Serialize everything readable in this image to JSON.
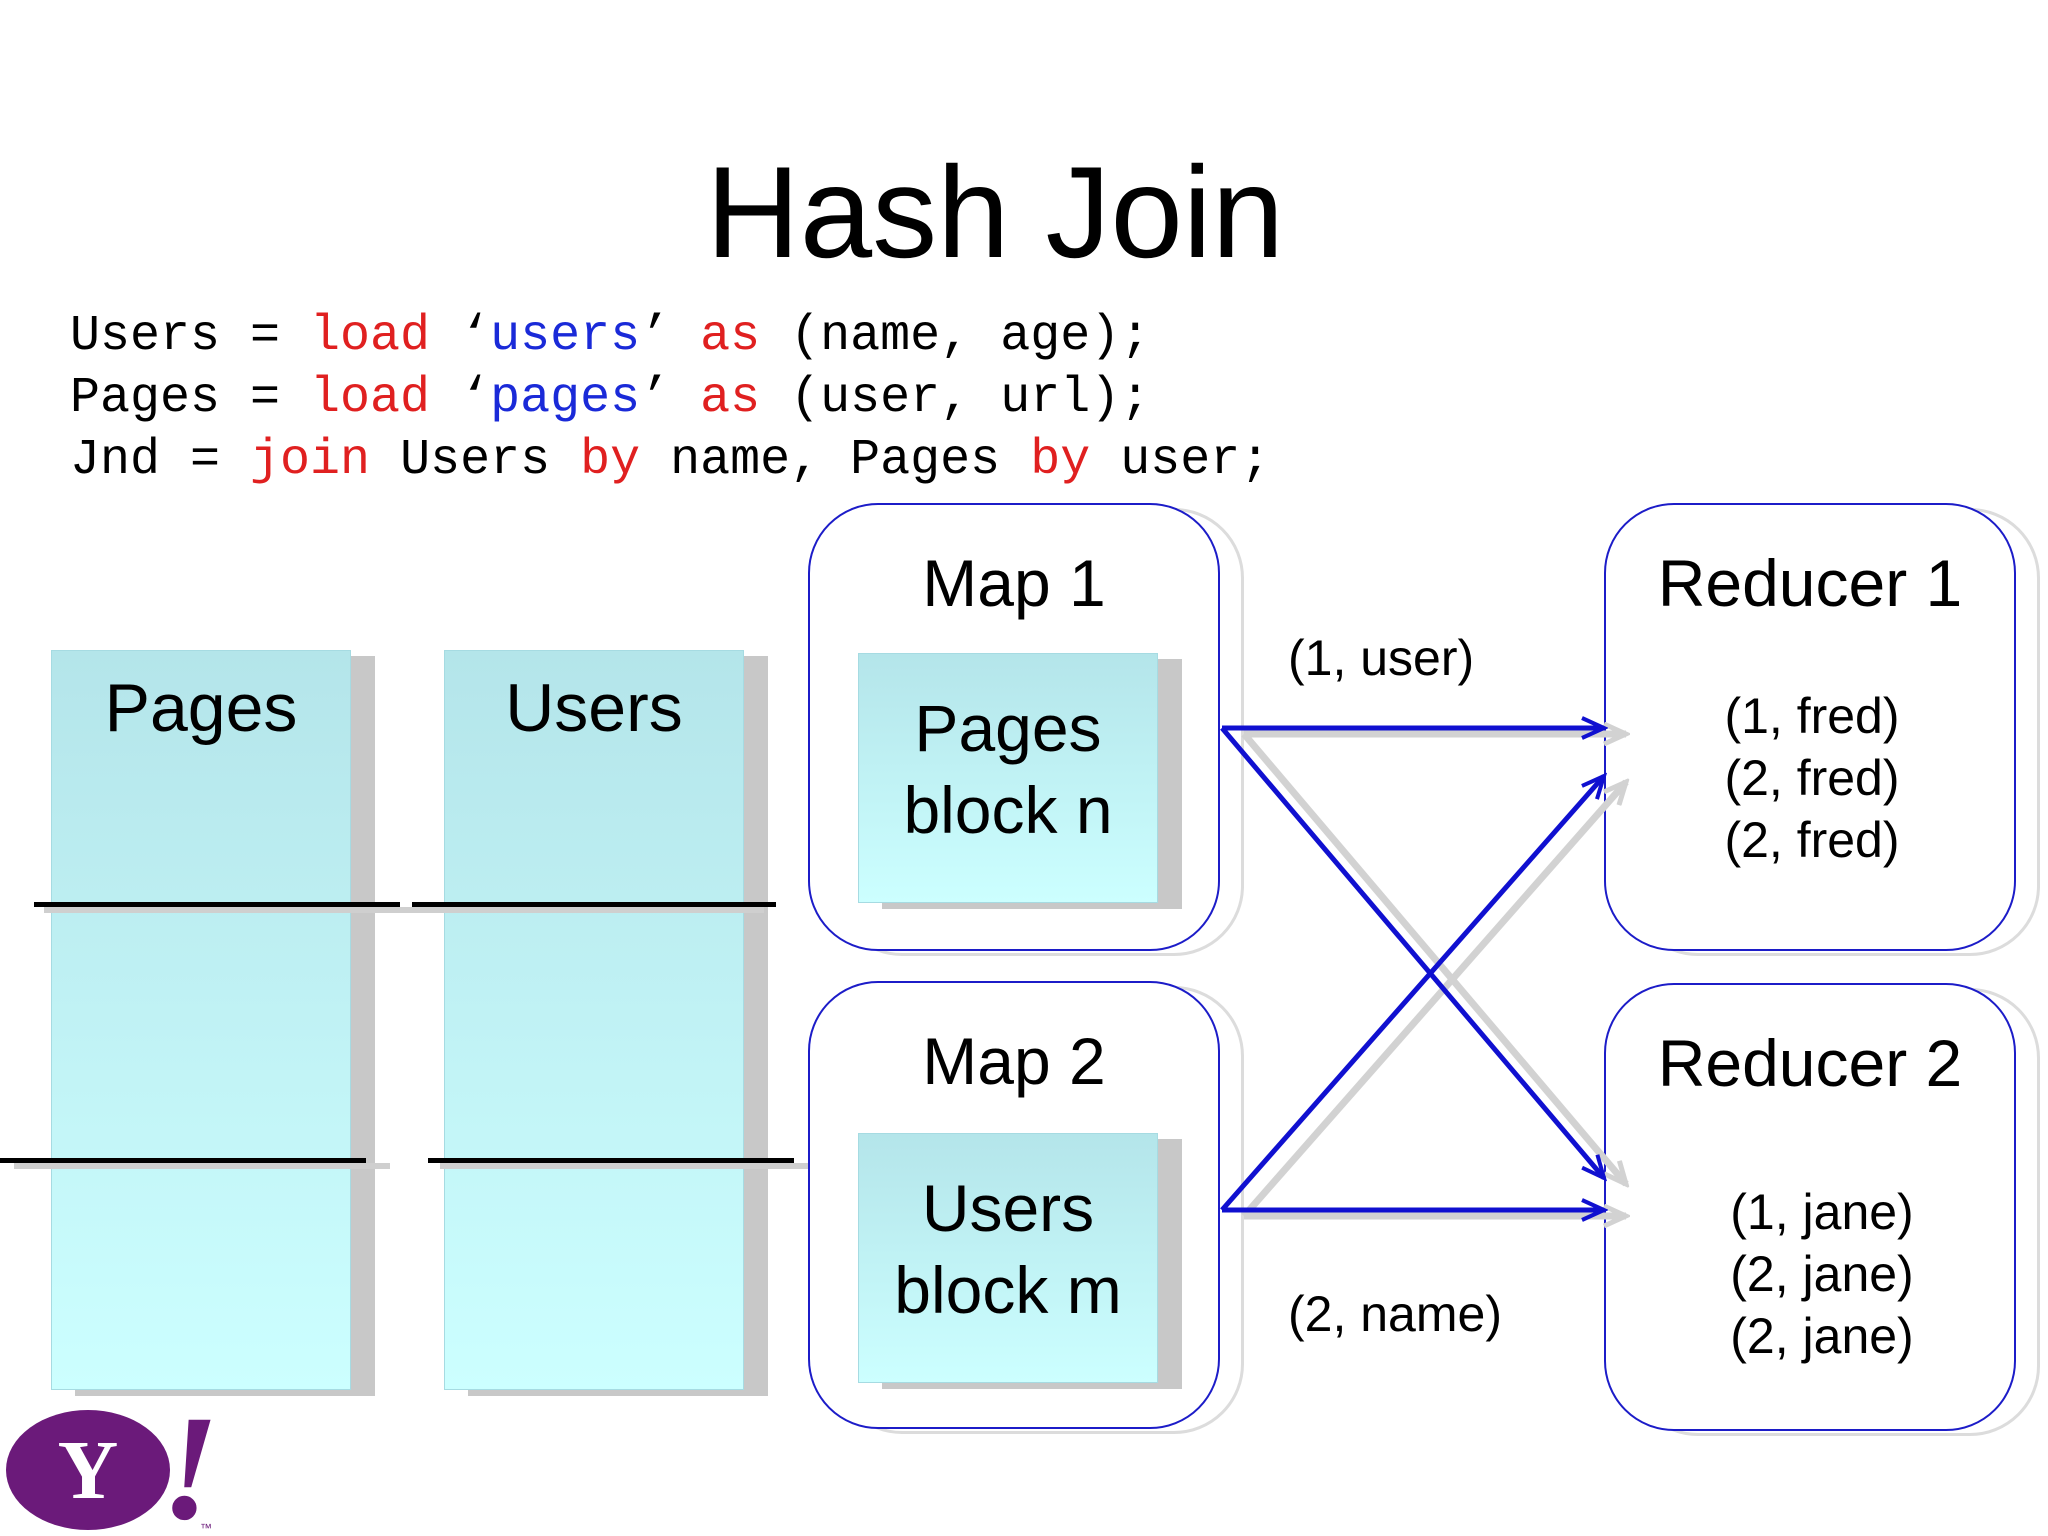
{
  "slide": {
    "title": "Hash Join",
    "colors": {
      "keyword": "#e02020",
      "string": "#1a2ad8",
      "box_border": "#1c1cc8",
      "arrow": "#1010d0",
      "block_fill_top": "#b4e5ea",
      "block_fill_bottom": "#ccffff",
      "logo_purple": "#6b1a7a"
    }
  },
  "code": {
    "line1": {
      "a": "Users = ",
      "b": "load",
      "c": " ‘",
      "d": "users",
      "e": "’ ",
      "f": "as",
      "g": " (name, age);"
    },
    "line2": {
      "a": "Pages = ",
      "b": "load",
      "c": " ‘",
      "d": "pages",
      "e": "’ ",
      "f": "as",
      "g": " (user, url);"
    },
    "line3": {
      "a": "Jnd = ",
      "b": "join",
      "c": " Users ",
      "d": "by",
      "e": " name, Pages ",
      "f": "by",
      "g": " user;"
    }
  },
  "inputs": {
    "pages_label": "Pages",
    "users_label": "Users"
  },
  "maps": [
    {
      "title": "Map 1",
      "block_line1": "Pages",
      "block_line2": "block n"
    },
    {
      "title": "Map 2",
      "block_line1": "Users",
      "block_line2": "block m"
    }
  ],
  "reducers": [
    {
      "title": "Reducer 1",
      "tuples": [
        "(1, fred)",
        "(2, fred)",
        "(2, fred)"
      ]
    },
    {
      "title": "Reducer 2",
      "tuples": [
        "(1, jane)",
        "(2, jane)",
        "(2, jane)"
      ]
    }
  ],
  "edge_labels": {
    "top": "(1, user)",
    "bottom": "(2, name)"
  },
  "logo": {
    "icon": "yahoo-logo",
    "letter": "Y",
    "mark": "!",
    "tm": "™"
  }
}
